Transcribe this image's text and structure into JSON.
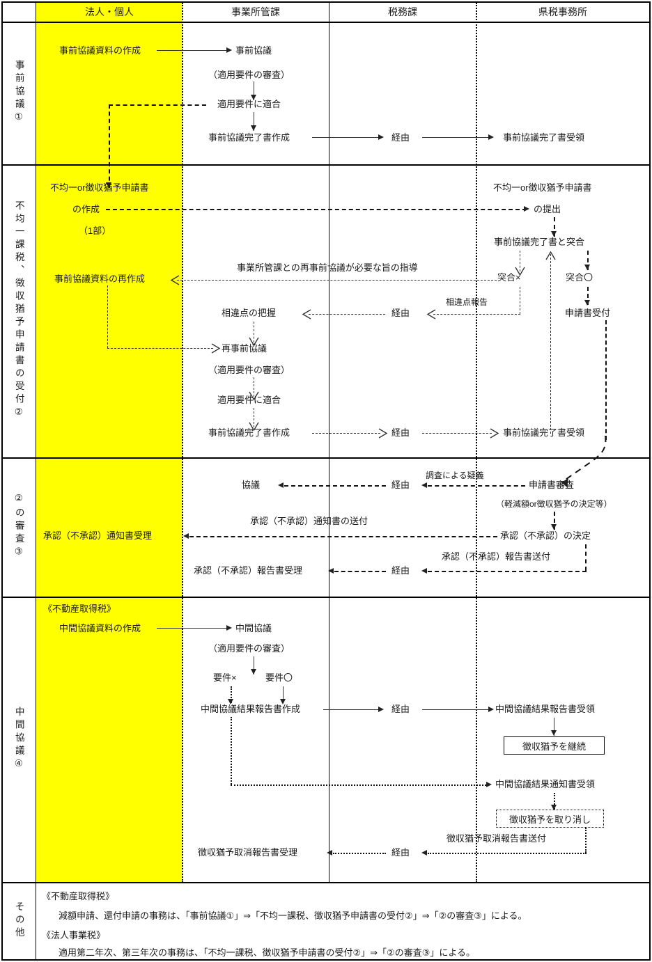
{
  "columns": [
    {
      "key": "party",
      "label": "法人・個人"
    },
    {
      "key": "bureau",
      "label": "事業所管課"
    },
    {
      "key": "taxdiv",
      "label": "税務課"
    },
    {
      "key": "taxoff",
      "label": "県税事務所"
    }
  ],
  "sections": [
    {
      "key": "s1",
      "label": "事前協議①"
    },
    {
      "key": "s2",
      "label": "不均一課税、徴収猶予申請書の受付②"
    },
    {
      "key": "s3",
      "label": "②の審査③"
    },
    {
      "key": "s4",
      "label": "中間協議④"
    },
    {
      "key": "s5",
      "label": "その他"
    }
  ],
  "section1": {
    "nodes": {
      "prep_doc": "事前協議資料の作成",
      "consult": "事前協議",
      "review": "（適用要件の審査）",
      "conform": "適用要件に適合",
      "create_cert": "事前協議完了書作成",
      "via1": "経由",
      "receive_cert": "事前協議完了書受領"
    }
  },
  "section2": {
    "nodes": {
      "app_create_l1": "不均一or徴収猶予申請書",
      "app_create_l2": "の作成",
      "app_create_l3": "（1部）",
      "app_submit_l1": "不均一or徴収猶予申請書",
      "app_submit_l2": "の提出",
      "match_cert": "事前協議完了書と突合",
      "match_ng": "突合×",
      "match_ok": "突合〇",
      "app_accept": "申請書受付",
      "redo_doc": "事前協議資料の再作成",
      "guidance": "事業所管課との再事前協議が必要な旨の指導",
      "grasp_diff": "相違点の把握",
      "via_diff": "経由",
      "diff_report": "相違点報告",
      "reconsult": "再事前協議",
      "review2": "（適用要件の審査）",
      "conform2": "適用要件に適合",
      "create_cert2": "事前協議完了書作成",
      "via2": "経由",
      "receive_cert2": "事前協議完了書受領"
    }
  },
  "section3": {
    "nodes": {
      "discuss": "協議",
      "via_doubt": "経由",
      "doubt_label": "調査による疑義",
      "app_review": "申請書審査",
      "decision_note": "（軽減額or徴収猶予の決定等）",
      "approve_decide": "承認（不承認）の決定",
      "notice_send_label": "承認（不承認）通知書の送付",
      "notice_receive": "承認（不承認）通知書受理",
      "report_send_label": "承認（不承認）報告書送付",
      "via_report": "経由",
      "report_receive": "承認（不承認）報告書受理"
    }
  },
  "section4": {
    "nodes": {
      "tax_kind": "《不動産取得税》",
      "mid_doc": "中間協議資料の作成",
      "mid_consult": "中間協議",
      "mid_review": "（適用要件の審査）",
      "req_ng": "要件×",
      "req_ok": "要件〇",
      "mid_report_create": "中間協議結果報告書作成",
      "via_mid": "経由",
      "mid_report_receive": "中間協議結果報告書受領",
      "continue_box": "徴収猶予を継続",
      "mid_notice_receive": "中間協議結果通知書受領",
      "cancel_box": "徴収猶予を取り消し",
      "cancel_send_label": "徴収猶予取消報告書送付",
      "via_cancel": "経由",
      "cancel_receive": "徴収猶予取消報告書受理"
    }
  },
  "section5": {
    "lines": [
      "《不動産取得税》",
      "減額申請、還付申請の事務は、「事前協議①」⇒「不均一課税、徴収猶予申請書の受付②」⇒「②の審査③」による。",
      "《法人事業税》",
      "適用第二年次、第三年次の事務は、「不均一課税、徴収猶予申請書の受付②」⇒「②の審査③」による。"
    ]
  },
  "colors": {
    "lane_highlight": "#ffff00",
    "line": "#000000",
    "text": "#1a1a1a"
  }
}
